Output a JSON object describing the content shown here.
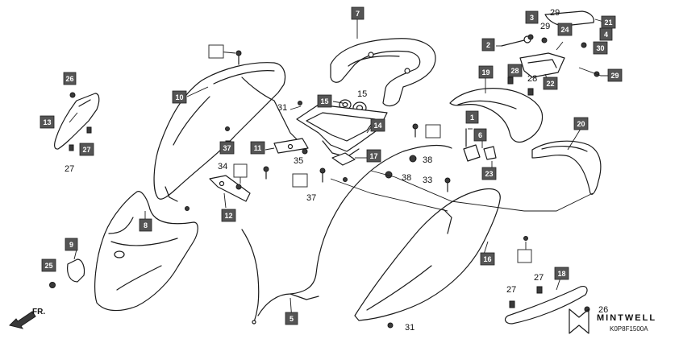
{
  "diagram": {
    "boxed_labels": [
      {
        "id": "7",
        "text": "7"
      },
      {
        "id": "3",
        "text": "3"
      },
      {
        "id": "21",
        "text": "21"
      },
      {
        "id": "2",
        "text": "2"
      },
      {
        "id": "24",
        "text": "24"
      },
      {
        "id": "4",
        "text": "4"
      },
      {
        "id": "30",
        "text": "30"
      },
      {
        "id": "26a",
        "text": "26"
      },
      {
        "id": "10",
        "text": "10"
      },
      {
        "id": "19",
        "text": "19"
      },
      {
        "id": "28",
        "text": "28"
      },
      {
        "id": "22",
        "text": "22"
      },
      {
        "id": "29c",
        "text": "29"
      },
      {
        "id": "13",
        "text": "13"
      },
      {
        "id": "27a",
        "text": "27"
      },
      {
        "id": "1",
        "text": "1"
      },
      {
        "id": "20",
        "text": "20"
      },
      {
        "id": "14",
        "text": "14"
      },
      {
        "id": "15a",
        "text": "15"
      },
      {
        "id": "11",
        "text": "11"
      },
      {
        "id": "37a",
        "text": "37"
      },
      {
        "id": "6",
        "text": "6"
      },
      {
        "id": "17",
        "text": "17"
      },
      {
        "id": "23",
        "text": "23"
      },
      {
        "id": "12",
        "text": "12"
      },
      {
        "id": "8",
        "text": "8"
      },
      {
        "id": "9",
        "text": "9"
      },
      {
        "id": "25",
        "text": "25"
      },
      {
        "id": "16",
        "text": "16"
      },
      {
        "id": "5",
        "text": "5"
      },
      {
        "id": "18",
        "text": "18"
      }
    ],
    "plain_labels": [
      {
        "id": "29a",
        "text": "29"
      },
      {
        "id": "29b",
        "text": "29"
      },
      {
        "id": "28b",
        "text": "28"
      },
      {
        "id": "15b",
        "text": "15"
      },
      {
        "id": "31a",
        "text": "31"
      },
      {
        "id": "35",
        "text": "35"
      },
      {
        "id": "38a",
        "text": "38"
      },
      {
        "id": "38b",
        "text": "38"
      },
      {
        "id": "34",
        "text": "34"
      },
      {
        "id": "33",
        "text": "33"
      },
      {
        "id": "37b",
        "text": "37"
      },
      {
        "id": "27b",
        "text": "27"
      },
      {
        "id": "27c",
        "text": "27"
      },
      {
        "id": "27d",
        "text": "27"
      },
      {
        "id": "26b",
        "text": "26"
      },
      {
        "id": "31b",
        "text": "31"
      }
    ],
    "direction_label": "FR.",
    "brand": "MINTWELL",
    "diagram_code": "K0P8F1500A"
  }
}
